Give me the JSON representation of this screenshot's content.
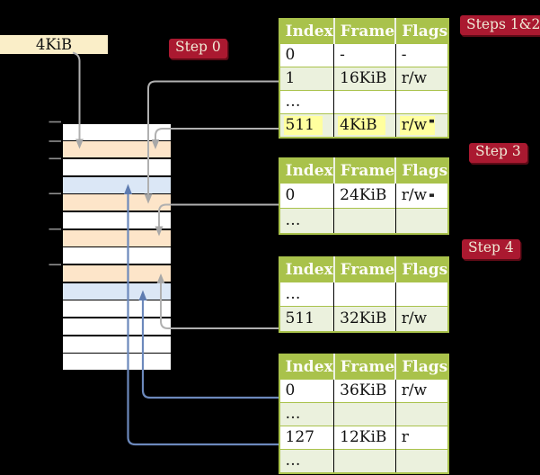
{
  "colors": {
    "background": "#000000",
    "table_header_green": "#a9c24b",
    "table_shaded_row_green": "#ebf1dd",
    "page_table_frame_peach": "#fde5c9",
    "mapped_page_blue": "#dbe7f6",
    "highlight_yellow": "#ffff9e",
    "badge_red": "#aa1930",
    "badge_text_cream": "#f0ebd7",
    "frame_box_cream": "#faeec8",
    "arrow_gray": "#b0b0b0",
    "arrow_blue": "#6c89bc"
  },
  "frame_box": {
    "label": "4KiB"
  },
  "badges": [
    {
      "id": "step-0",
      "label": "Step 0"
    },
    {
      "id": "steps-1-2",
      "label": "Steps 1&2"
    },
    {
      "id": "step-3",
      "label": "Step 3"
    },
    {
      "id": "step-4",
      "label": "Step 4"
    }
  ],
  "memory_stack": {
    "rows": [
      {
        "kind": "free"
      },
      {
        "kind": "page-table"
      },
      {
        "kind": "free"
      },
      {
        "kind": "mapped-page"
      },
      {
        "kind": "page-table"
      },
      {
        "kind": "free"
      },
      {
        "kind": "page-table"
      },
      {
        "kind": "free"
      },
      {
        "kind": "page-table"
      },
      {
        "kind": "mapped-page"
      },
      {
        "kind": "free"
      },
      {
        "kind": "free"
      },
      {
        "kind": "free"
      },
      {
        "kind": "free"
      }
    ]
  },
  "tables": [
    {
      "id": "steps-1-2-table",
      "headers": [
        "Index",
        "Frame",
        "Flags"
      ],
      "rows": [
        {
          "cells": [
            "0",
            "-",
            "-"
          ],
          "shaded": false,
          "highlight": false
        },
        {
          "cells": [
            "1",
            "16KiB",
            "r/w"
          ],
          "shaded": true,
          "highlight": false
        },
        {
          "cells": [
            "…",
            "",
            ""
          ],
          "shaded": false,
          "highlight": false
        },
        {
          "cells": [
            "511",
            "4KiB",
            "r/w"
          ],
          "shaded": true,
          "highlight": true
        }
      ]
    },
    {
      "id": "step-3-table",
      "headers": [
        "Index",
        "Frame",
        "Flags"
      ],
      "rows": [
        {
          "cells": [
            "0",
            "24KiB",
            "r/w"
          ],
          "shaded": false,
          "highlight": false
        },
        {
          "cells": [
            "…",
            "",
            ""
          ],
          "shaded": true,
          "highlight": false
        }
      ]
    },
    {
      "id": "step-4-table",
      "headers": [
        "Index",
        "Frame",
        "Flags"
      ],
      "rows": [
        {
          "cells": [
            "…",
            "",
            ""
          ],
          "shaded": false,
          "highlight": false
        },
        {
          "cells": [
            "511",
            "32KiB",
            "r/w"
          ],
          "shaded": true,
          "highlight": false
        }
      ]
    },
    {
      "id": "final-table",
      "headers": [
        "Index",
        "Frame",
        "Flags"
      ],
      "rows": [
        {
          "cells": [
            "0",
            "36KiB",
            "r/w"
          ],
          "shaded": false,
          "highlight": false
        },
        {
          "cells": [
            "…",
            "",
            ""
          ],
          "shaded": true,
          "highlight": false
        },
        {
          "cells": [
            "127",
            "12KiB",
            "r"
          ],
          "shaded": false,
          "highlight": false
        },
        {
          "cells": [
            "…",
            "",
            ""
          ],
          "shaded": true,
          "highlight": false
        }
      ]
    }
  ]
}
